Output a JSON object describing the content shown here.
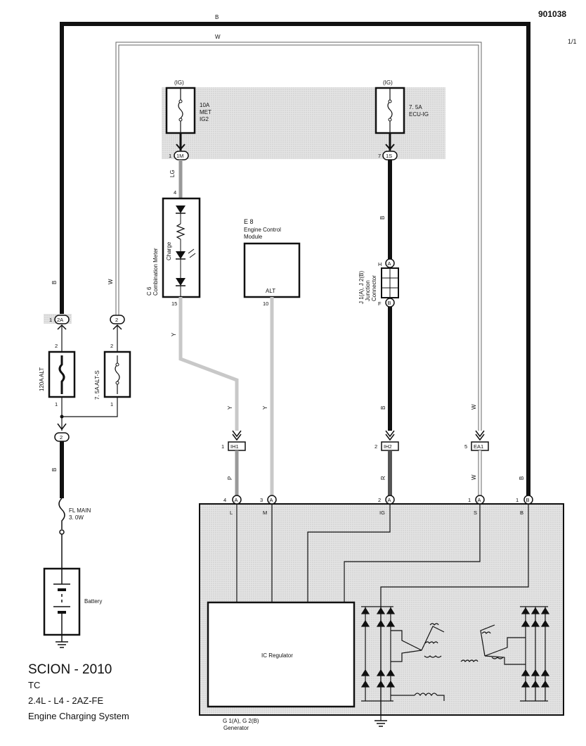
{
  "header": {
    "doc_number": "901038",
    "page": "1/1"
  },
  "title": {
    "make_year": "SCION - 2010",
    "model": "TC",
    "engine": "2.4L - L4 - 2AZ-FE",
    "system": "Engine Charging System"
  },
  "wires": {
    "top_b": "B",
    "top_w": "W"
  },
  "fuses": {
    "met": {
      "power": "(IG)",
      "rating": "10A",
      "name1": "MET",
      "name2": "IG2",
      "pin_num": "1",
      "pin_id": "1M"
    },
    "ecu": {
      "power": "(IG)",
      "rating": "7. 5A",
      "name1": "ECU-IG",
      "pin_num": "7",
      "pin_id": "1S"
    },
    "alt": {
      "label": "120A ALT",
      "pin_top": "2",
      "pin_bot": "1",
      "conn_num": "1",
      "conn_id": "2A"
    },
    "alt_s": {
      "label": "7. 5A ALT-S",
      "pin_top": "2",
      "pin_bot": "1",
      "conn_id": "2"
    },
    "fl_main": {
      "label1": "FL MAIN",
      "label2": "3. 0W",
      "conn_id": "2"
    }
  },
  "combination_meter": {
    "code": "C 6",
    "name": "Combination Meter",
    "charge": "Charge",
    "pin_in": "4",
    "pin_out": "15",
    "wire_in": "LG",
    "wire_out": "Y"
  },
  "ecm": {
    "code": "E 8",
    "name1": "Engine Control",
    "name2": "Module",
    "terminal": "ALT",
    "pin": "10",
    "wire": "Y"
  },
  "junction": {
    "code": "J 1(A), J 2(B)",
    "name1": "Junction",
    "name2": "Connector",
    "pin_top": "H",
    "id_top": "A",
    "pin_bot": "F",
    "id_bot": "B",
    "wire": "B"
  },
  "connectors": {
    "ih1": {
      "num": "1",
      "id": "IH1"
    },
    "ih2": {
      "num": "2",
      "id": "IH2"
    },
    "ea1": {
      "num": "5",
      "id": "EA1"
    }
  },
  "generator": {
    "code": "G 1(A), G 2(B)",
    "name": "Generator",
    "regulator": "IC Regulator",
    "terminals": [
      {
        "num": "4",
        "id": "A",
        "name": "L",
        "wire": "P"
      },
      {
        "num": "3",
        "id": "A",
        "name": "M",
        "wire": ""
      },
      {
        "num": "2",
        "id": "A",
        "name": "IG",
        "wire": "R"
      },
      {
        "num": "1",
        "id": "A",
        "name": "S",
        "wire": "W"
      },
      {
        "num": "1",
        "id": "B",
        "name": "B",
        "wire": "B"
      }
    ]
  },
  "battery": {
    "label": "Battery"
  },
  "side_wires": {
    "b_left": "B",
    "w_left": "W",
    "b_fl": "B",
    "y_ih1": "Y",
    "y_ecm": "Y",
    "b_ih2": "B",
    "w_ea1": "W"
  },
  "colors": {
    "wire_black": "#111111",
    "wire_gray": "#c8c8c8",
    "shade": "#d9d9d9"
  }
}
